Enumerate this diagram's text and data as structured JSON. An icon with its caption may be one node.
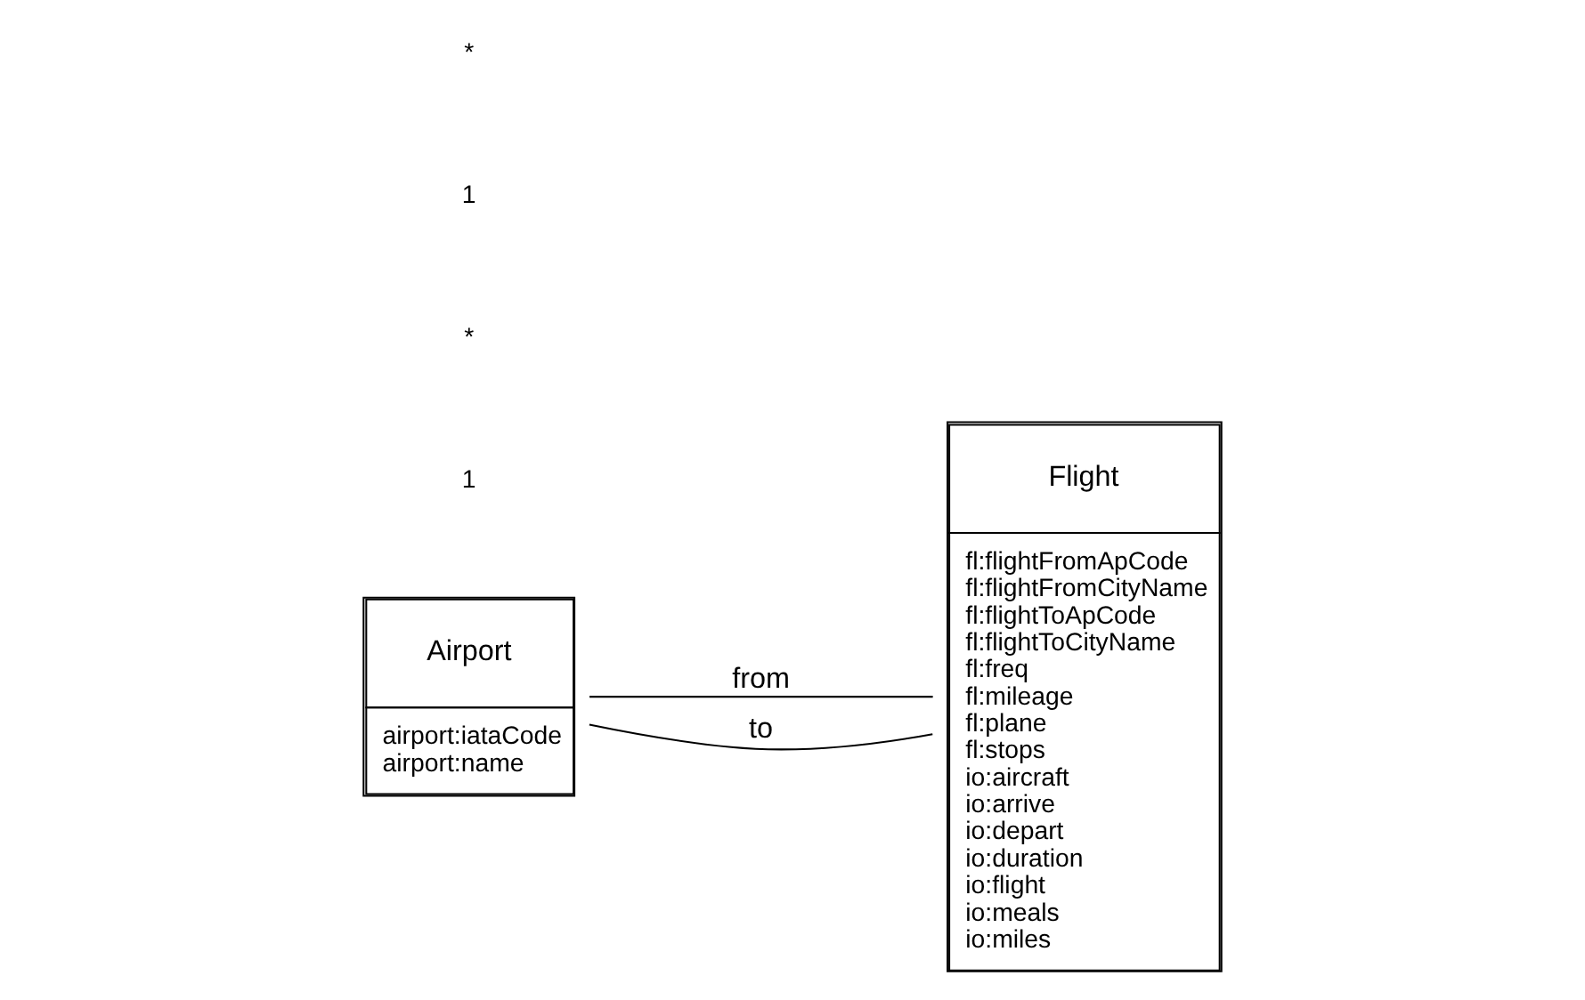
{
  "diagram": {
    "nodes": [
      {
        "text": [
          "Airport",
          "airport:iataCode",
          "airport:name"
        ]
      },
      {
        "text": [
          "Flight",
          "fl:flightFromApCode",
          "fl:flightFromCityName",
          "fl:flightToApCode",
          "fl:flightToCityName",
          "fl:freq",
          "fl:mileage",
          "fl:plane",
          "fl:stops",
          "io:aircraft",
          "io:arrive",
          "io:depart",
          "io:duration",
          "io:flight",
          "io:meals",
          "io:miles"
        ]
      }
    ],
    "edges": [
      {
        "from": 0,
        "to": 1,
        "arrow": "none",
        "label": "from"
      },
      {
        "from": 0,
        "to": 1,
        "arrow": "none",
        "label": "to"
      }
    ],
    "labels": [
      "1",
      "*",
      "1",
      "*"
    ]
  }
}
